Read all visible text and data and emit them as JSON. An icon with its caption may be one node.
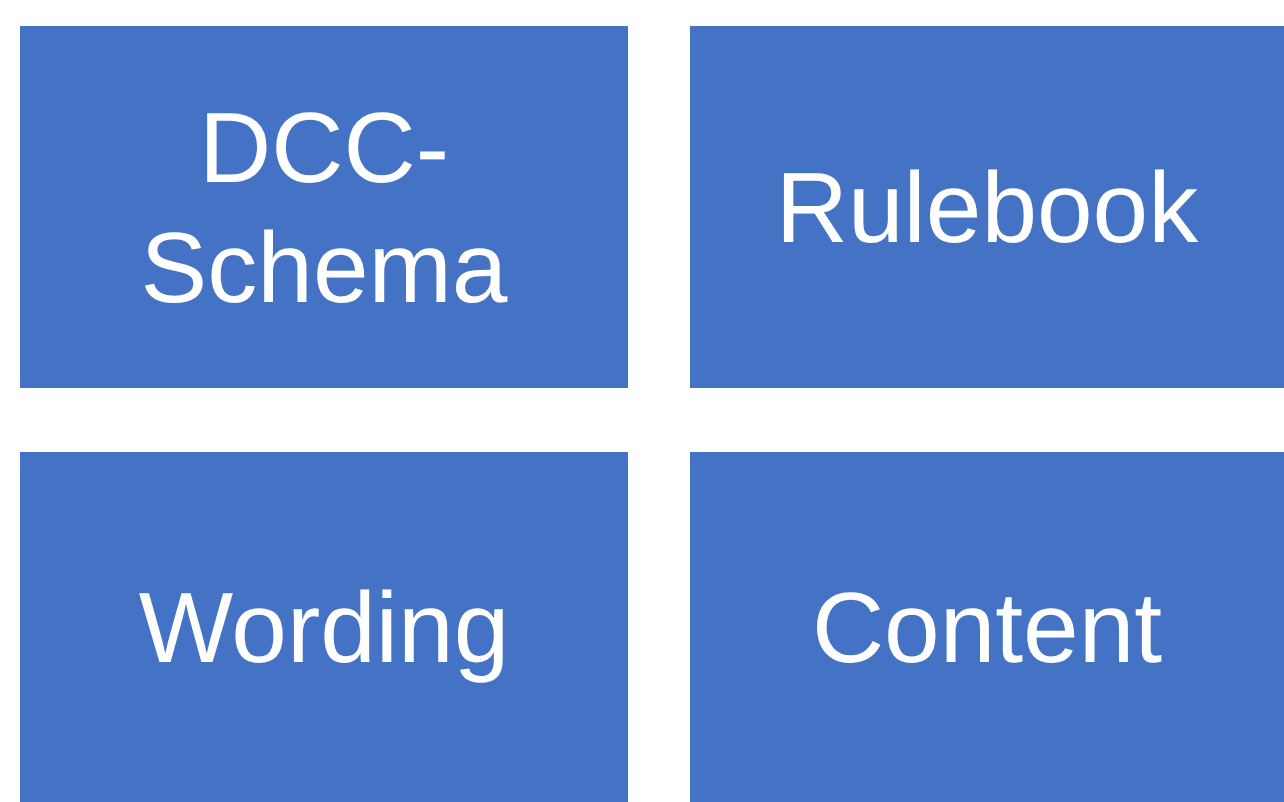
{
  "diagram": {
    "nodes": [
      {
        "text": [
          "DCC-Schema"
        ]
      },
      {
        "text": [
          "Rulebook"
        ]
      },
      {
        "text": [
          "Wording"
        ]
      },
      {
        "text": [
          "Content"
        ]
      }
    ]
  }
}
